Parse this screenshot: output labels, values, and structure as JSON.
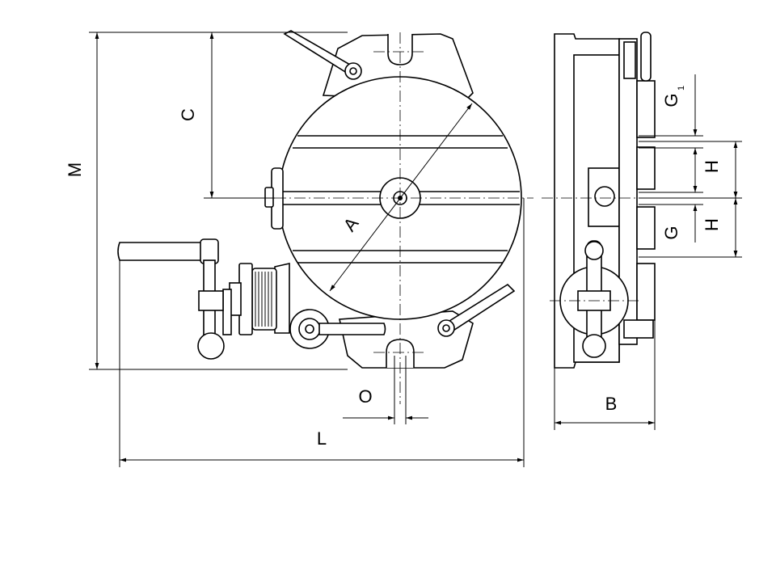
{
  "dimensions": {
    "A": "A",
    "B": "B",
    "C": "C",
    "G": "G",
    "G1_base": "G",
    "G1_sub": "1",
    "H_upper": "H",
    "H_lower": "H",
    "L": "L",
    "M": "M",
    "O": "O"
  },
  "colors": {
    "line": "#000000",
    "background": "#ffffff"
  }
}
